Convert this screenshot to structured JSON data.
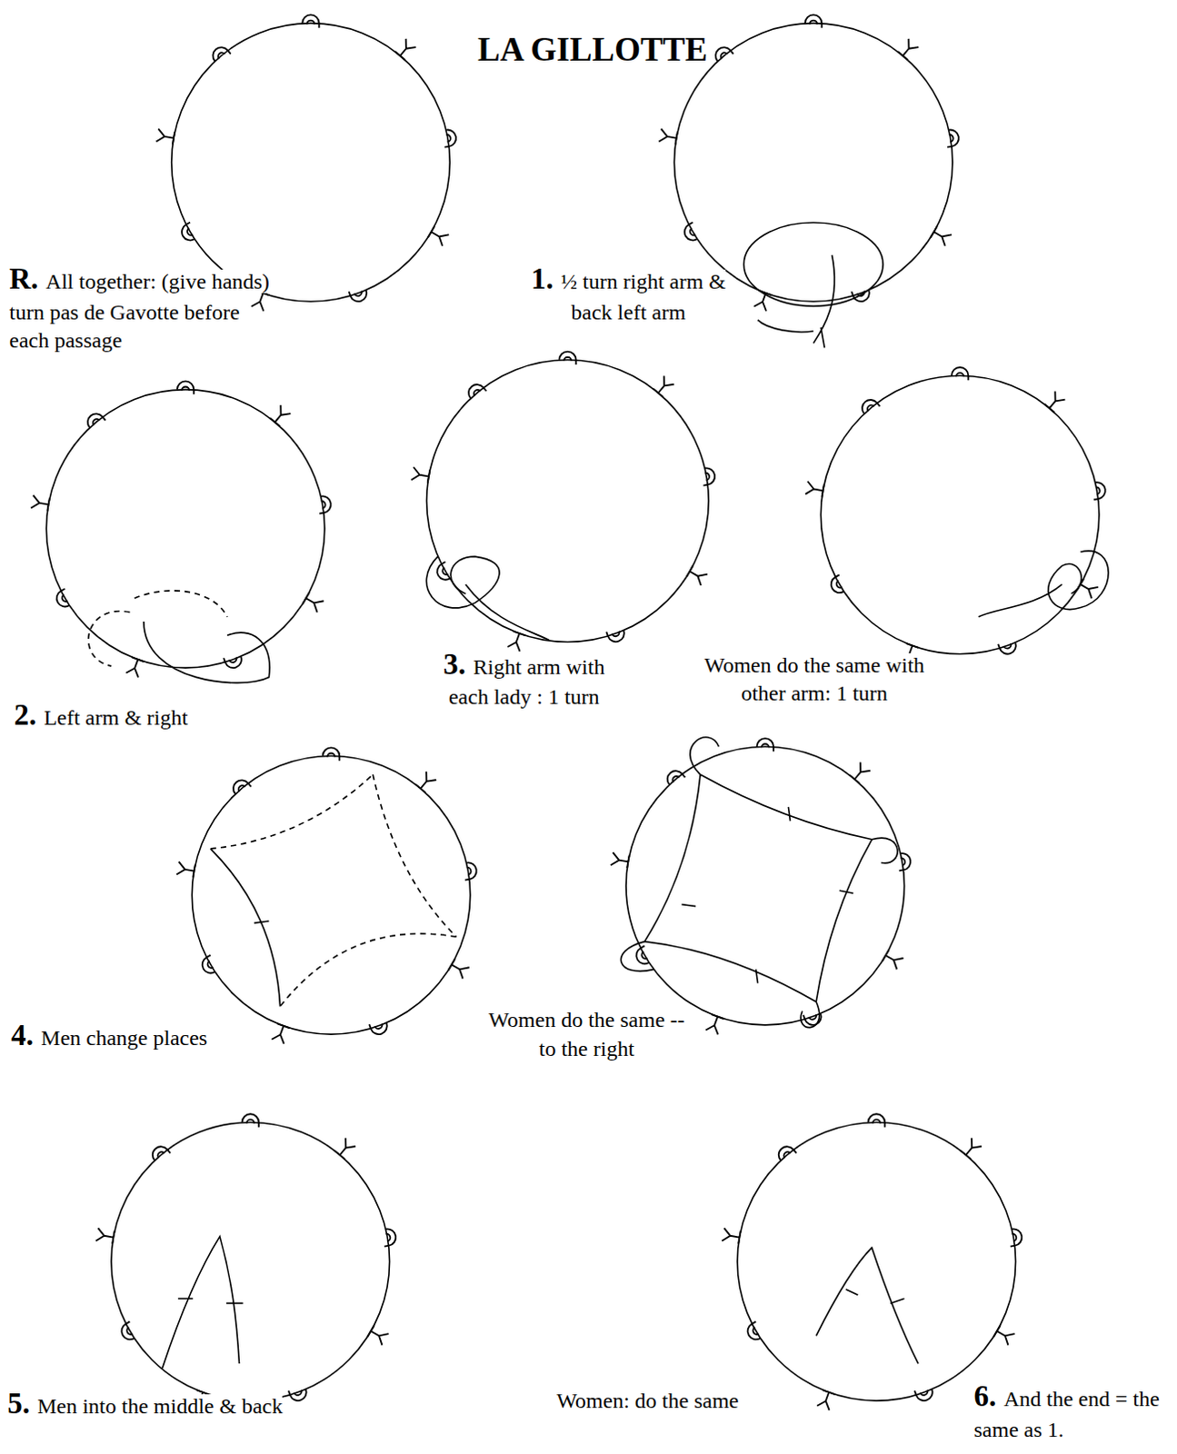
{
  "diagram": {
    "title": "LA GILLOTTE",
    "labels": [
      "R.",
      "All together: (give hands) turn pas de Gavotte before each passage",
      "1.",
      "½ turn right arm & back left arm",
      "2.",
      "Left arm & right",
      "3.",
      "Right arm with each lady : 1 turn",
      "Women do the same with other arm: 1 turn",
      "4.",
      "Men change places",
      "Women do the same -- to the right",
      "5.",
      "Men into the middle & back",
      "Women: do the same",
      "6.",
      "And the end = the same as 1."
    ]
  }
}
